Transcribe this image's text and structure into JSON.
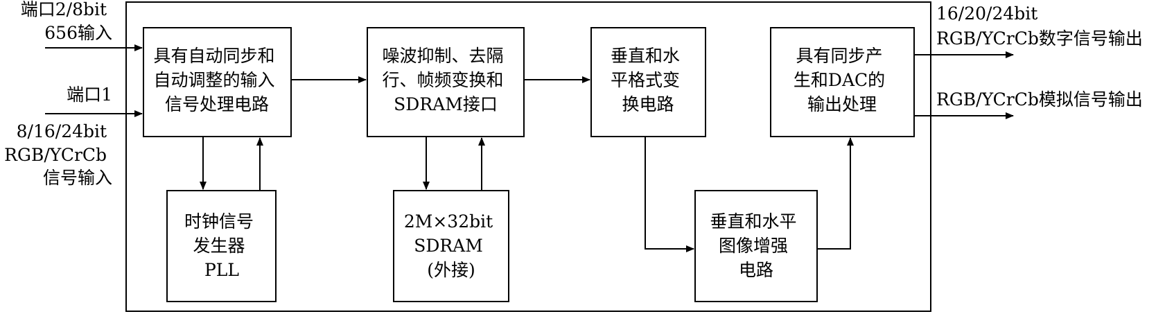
{
  "blocks": {
    "input_proc": [
      "具有自动同步和",
      "自动调整的输入",
      "信号处理电路"
    ],
    "noise_proc": [
      "噪波抑制、去隔",
      "行、帧频变换和",
      "SDRAM接口"
    ],
    "format_conv": [
      "垂直和水",
      "平格式变",
      "换电路"
    ],
    "output_proc": [
      "具有同步产",
      "生和DAC的",
      "输出处理"
    ],
    "clock_gen": [
      "时钟信号",
      "发生器",
      "PLL"
    ],
    "sdram": [
      "2M×32bit",
      "SDRAM",
      "(外接)"
    ],
    "enhance": [
      "垂直和水平",
      "图像增强",
      "电路"
    ]
  },
  "labels": {
    "port2": [
      "端口2/8bit",
      "656输入"
    ],
    "port1": "端口1",
    "port1_format": [
      "8/16/24bit",
      "RGB/YCrCb",
      "信号输入"
    ],
    "digital_out": [
      "16/20/24bit",
      "RGB/YCrCb数字信号输出"
    ],
    "analog_out": "RGB/YCrCb模拟信号输出"
  }
}
